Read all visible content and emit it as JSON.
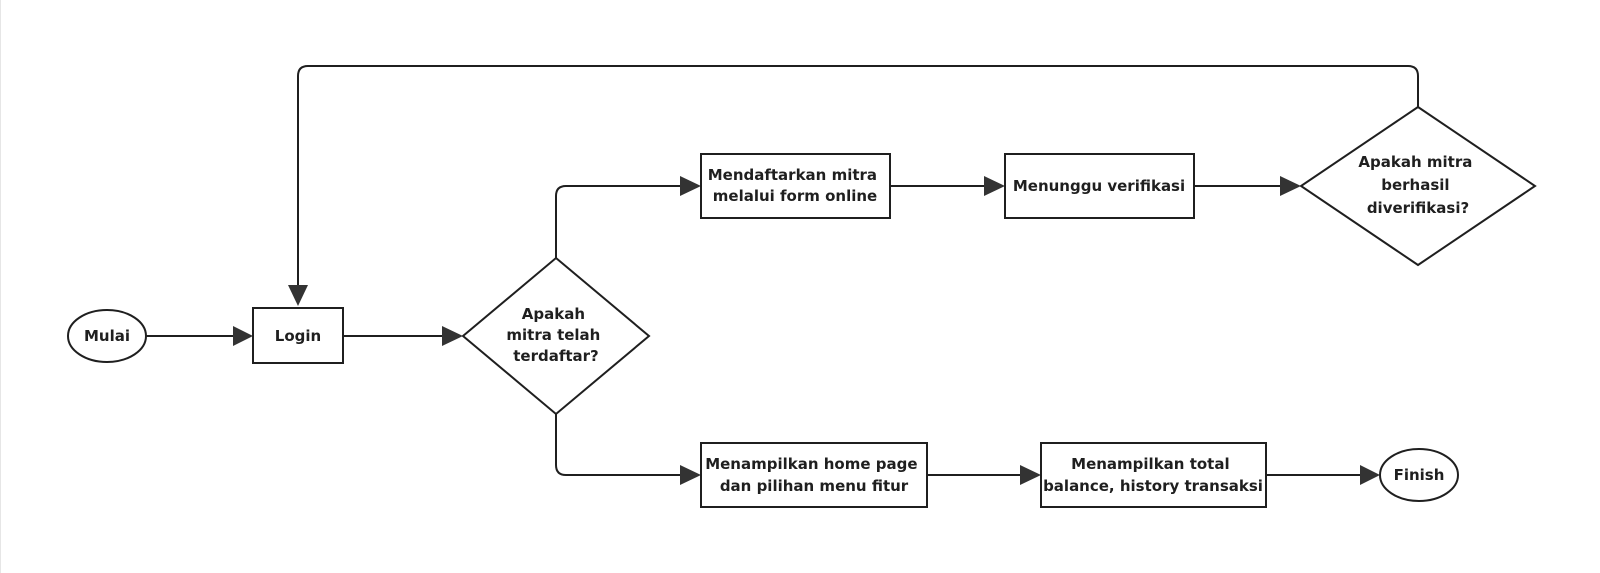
{
  "diagram": {
    "nodes": {
      "start": {
        "type": "terminator",
        "lines": [
          "Mulai"
        ]
      },
      "login": {
        "type": "process",
        "lines": [
          "Login"
        ]
      },
      "check_registered": {
        "type": "decision",
        "lines": [
          "Apakah",
          "mitra telah",
          "terdaftar?"
        ]
      },
      "register": {
        "type": "process",
        "lines": [
          "Mendaftarkan mitra",
          "melalui form online"
        ]
      },
      "wait_verify": {
        "type": "process",
        "lines": [
          "Menunggu verifikasi"
        ]
      },
      "check_verified": {
        "type": "decision",
        "lines": [
          "Apakah mitra",
          "berhasil",
          "diverifikasi?"
        ]
      },
      "home": {
        "type": "process",
        "lines": [
          "Menampilkan home page",
          "dan pilihan menu fitur"
        ]
      },
      "balance": {
        "type": "process",
        "lines": [
          "Menampilkan total",
          "balance, history transaksi"
        ]
      },
      "finish": {
        "type": "terminator",
        "lines": [
          "Finish"
        ]
      }
    },
    "edges": [
      {
        "from": "start",
        "to": "login"
      },
      {
        "from": "login",
        "to": "check_registered"
      },
      {
        "from": "check_registered",
        "to": "register"
      },
      {
        "from": "register",
        "to": "wait_verify"
      },
      {
        "from": "wait_verify",
        "to": "check_verified"
      },
      {
        "from": "check_verified",
        "to": "login"
      },
      {
        "from": "check_registered",
        "to": "home"
      },
      {
        "from": "home",
        "to": "balance"
      },
      {
        "from": "balance",
        "to": "finish"
      }
    ],
    "colors": {
      "stroke": "#1f1f1f",
      "arrowhead": "#333333",
      "fill": "#ffffff",
      "background": "#ffffff"
    }
  }
}
